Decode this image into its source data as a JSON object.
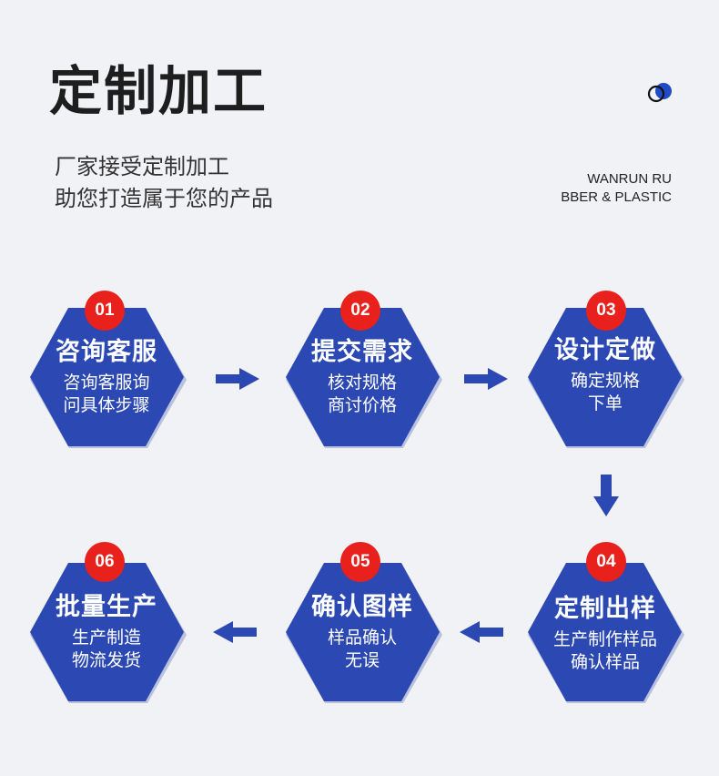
{
  "header": {
    "title": "定制加工",
    "subtitle_line1": "厂家接受定制加工",
    "subtitle_line2": "助您打造属于您的产品",
    "brand_line1": "WANRUN RU",
    "brand_line2": "BBER & PLASTIC"
  },
  "colors": {
    "hex_fill": "#2b48b3",
    "badge_fill": "#e8211c",
    "arrow_fill": "#2b48b3"
  },
  "steps": [
    {
      "num": "01",
      "title": "咨询客服",
      "line1": "咨询客服询",
      "line2": "问具体步骤"
    },
    {
      "num": "02",
      "title": "提交需求",
      "line1": "核对规格",
      "line2": "商讨价格"
    },
    {
      "num": "03",
      "title": "设计定做",
      "line1": "确定规格",
      "line2": "下单"
    },
    {
      "num": "04",
      "title": "定制出样",
      "line1": "生产制作样品",
      "line2": "确认样品"
    },
    {
      "num": "05",
      "title": "确认图样",
      "line1": "样品确认",
      "line2": "无误"
    },
    {
      "num": "06",
      "title": "批量生产",
      "line1": "生产制造",
      "line2": "物流发货"
    }
  ]
}
